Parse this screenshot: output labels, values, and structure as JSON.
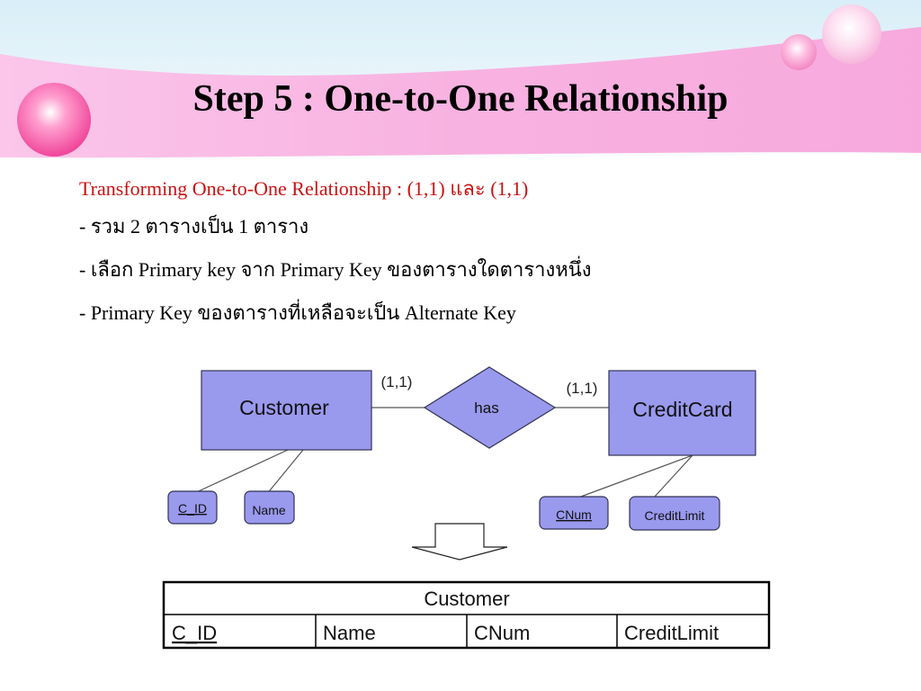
{
  "slide": {
    "title": "Step 5 : One-to-One Relationship",
    "subtitle": "Transforming One-to-One Relationship : (1,1) และ (1,1)",
    "bullets": [
      "- รวม 2 ตารางเป็น 1 ตาราง",
      "- เลือก Primary key จาก Primary Key ของตารางใดตารางหนึ่ง",
      "- Primary Key ของตารางที่เหลือจะเป็น Alternate Key"
    ]
  },
  "er_diagram": {
    "entity_left": "Customer",
    "relationship": "has",
    "entity_right": "CreditCard",
    "cardinality_left": "(1,1)",
    "cardinality_right": "(1,1)",
    "left_attributes": [
      "C_ID",
      "Name"
    ],
    "right_attributes": [
      "CNum",
      "CreditLimit"
    ]
  },
  "result_table": {
    "name": "Customer",
    "columns": [
      "C_ID",
      "Name",
      "CNum",
      "CreditLimit"
    ]
  },
  "colors": {
    "entity_fill": "#9999ee",
    "attribute_fill": "#9999ee",
    "outline": "#444466",
    "subtitle_red": "#cc1111",
    "header_pink": "#f9b3e2"
  }
}
